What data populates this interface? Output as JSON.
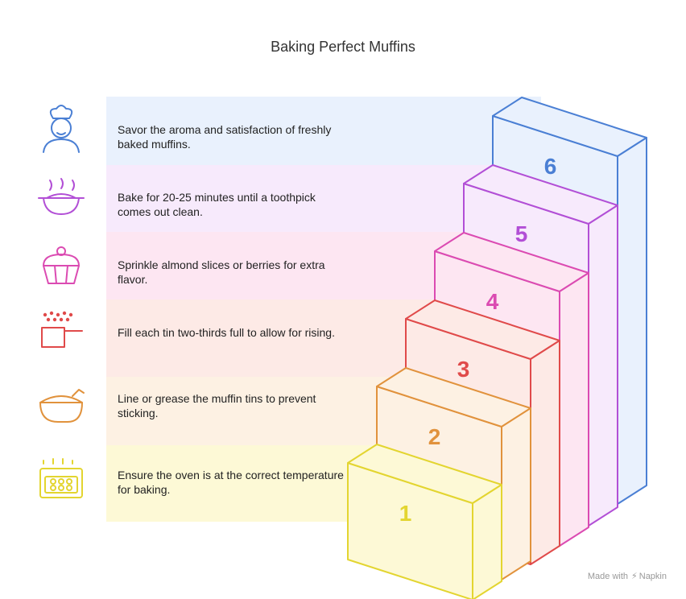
{
  "title": "Baking Perfect Muffins",
  "steps": [
    {
      "number": "1",
      "text": "Ensure the oven is at the correct temperature for baking.",
      "icon": "oven-icon",
      "color": "#e3d530",
      "band": "#fdf9d6"
    },
    {
      "number": "2",
      "text": "Line or grease the muffin tins to prevent sticking.",
      "icon": "bowl-icon",
      "color": "#e1923c",
      "band": "#fdf1e3"
    },
    {
      "number": "3",
      "text": "Fill each tin two-thirds full to allow for rising.",
      "icon": "pot-icon",
      "color": "#e04a4a",
      "band": "#fdeae6"
    },
    {
      "number": "4",
      "text": "Sprinkle almond slices or berries for extra flavor.",
      "icon": "cupcake-icon",
      "color": "#db4bb2",
      "band": "#fde6f2"
    },
    {
      "number": "5",
      "text": "Bake for 20-25 minutes until a toothpick comes out clean.",
      "icon": "pie-icon",
      "color": "#b24fd6",
      "band": "#f7eafc"
    },
    {
      "number": "6",
      "text": "Savor the aroma and satisfaction of freshly baked muffins.",
      "icon": "chef-icon",
      "color": "#4a7fd4",
      "band": "#e9f1fd"
    }
  ],
  "footer": {
    "prefix": "Made with",
    "brand": "Napkin"
  }
}
